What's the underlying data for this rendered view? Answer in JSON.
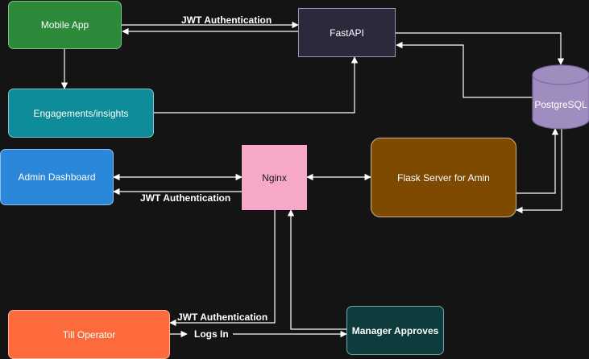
{
  "nodes": {
    "mobile_app": {
      "label": "Mobile App",
      "fill": "#2d8a3a",
      "stroke": "#7fbf7f"
    },
    "fastapi": {
      "label": "FastAPI",
      "fill": "#2b2a3d",
      "stroke": "#9a99b5"
    },
    "engagements": {
      "label": "Engagements/insights",
      "fill": "#0f8c99",
      "stroke": "#7fc6cc"
    },
    "postgresql": {
      "label": "PostgreSQL",
      "fill": "#a08dbf",
      "stroke": "#7e6aa3"
    },
    "admin_dashboard": {
      "label": "Admin Dashboard",
      "fill": "#2b87d9",
      "stroke": "#8fc1ec"
    },
    "nginx": {
      "label": "Nginx",
      "fill": "#f7a8c8",
      "stroke": "#f7a8c8",
      "text_color": "#1a1a1a"
    },
    "flask_server": {
      "label": "Flask Server for Amin",
      "fill": "#7d4a00",
      "stroke": "#d2b48c"
    },
    "till_operator": {
      "label": "Till Operator",
      "fill": "#ff6a3d",
      "stroke": "#ffb39e"
    },
    "manager_approves": {
      "label": "Manager Approves",
      "fill": "#0e3b3b",
      "stroke": "#6fa8a8"
    }
  },
  "edge_labels": {
    "mobile_fastapi": "JWT Authentication",
    "admin_nginx": "JWT Authentication",
    "till_nginx": "JWT Authentication",
    "logs_in": "Logs In"
  },
  "colors": {
    "background": "#141414",
    "edge": "#ffffff"
  }
}
